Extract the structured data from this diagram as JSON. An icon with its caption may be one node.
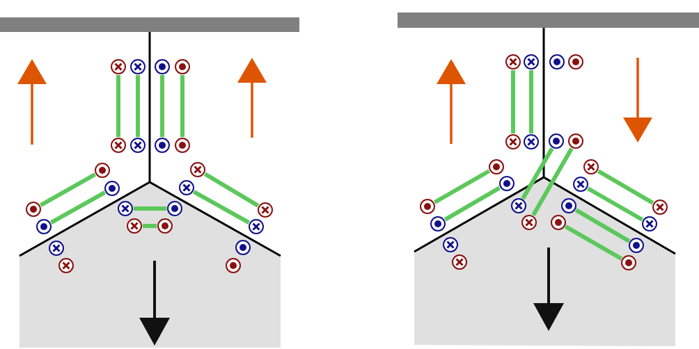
{
  "diagram": {
    "nodes": [
      {
        "text": [],
        "shape": "circle"
      },
      {
        "text": [],
        "shape": "circle"
      },
      {
        "text": [],
        "shape": "circle"
      },
      {
        "text": [],
        "shape": "circle"
      },
      {
        "text": [],
        "shape": "circle"
      },
      {
        "text": [],
        "shape": "circle"
      },
      {
        "text": [],
        "shape": "circle"
      },
      {
        "text": [],
        "shape": "circle"
      },
      {
        "text": [],
        "shape": "circle"
      },
      {
        "text": [],
        "shape": "circle"
      },
      {
        "text": [],
        "shape": "circle"
      },
      {
        "text": [],
        "shape": "circle"
      },
      {
        "text": [],
        "shape": "circle"
      },
      {
        "text": [],
        "shape": "circle"
      },
      {
        "text": [],
        "shape": "circle"
      },
      {
        "text": [],
        "shape": "circle"
      },
      {
        "text": [],
        "shape": "circle"
      },
      {
        "text": [],
        "shape": "circle"
      },
      {
        "text": [],
        "shape": "circle"
      },
      {
        "text": [],
        "shape": "circle"
      },
      {
        "text": [],
        "shape": "circle"
      },
      {
        "text": [],
        "shape": "circle"
      },
      {
        "text": [],
        "shape": "circle"
      },
      {
        "text": [],
        "shape": "circle"
      },
      {
        "text": [],
        "shape": "circle"
      },
      {
        "text": [],
        "shape": "circle"
      },
      {
        "text": [],
        "shape": "circle"
      },
      {
        "text": [],
        "shape": "circle"
      },
      {
        "text": [],
        "shape": "circle"
      },
      {
        "text": [],
        "shape": "circle"
      },
      {
        "text": [],
        "shape": "circle"
      },
      {
        "text": [],
        "shape": "circle"
      },
      {
        "text": [],
        "shape": "circle"
      },
      {
        "text": [],
        "shape": "circle"
      },
      {
        "text": [],
        "shape": "circle"
      },
      {
        "text": [],
        "shape": "circle"
      },
      {
        "text": [],
        "shape": "circle"
      },
      {
        "text": [],
        "shape": "circle"
      },
      {
        "text": [],
        "shape": "circle"
      },
      {
        "text": [],
        "shape": "circle"
      },
      {
        "text": [],
        "shape": "circle"
      },
      {
        "text": [],
        "shape": "circle"
      },
      {
        "text": [],
        "shape": "circle"
      },
      {
        "text": [],
        "shape": "circle"
      },
      {
        "text": [],
        "shape": "circle"
      },
      {
        "text": [],
        "shape": "circle"
      },
      {
        "text": [],
        "shape": "circle"
      },
      {
        "text": [],
        "shape": "circle"
      }
    ],
    "edges": [
      {
        "from": 0,
        "to": 4,
        "arrow": "none"
      },
      {
        "from": 1,
        "to": 5,
        "arrow": "none"
      },
      {
        "from": 2,
        "to": 6,
        "arrow": "none"
      },
      {
        "from": 3,
        "to": 7,
        "arrow": "none"
      },
      {
        "from": 8,
        "to": 10,
        "arrow": "none"
      },
      {
        "from": 9,
        "to": 11,
        "arrow": "none"
      },
      {
        "from": 12,
        "to": 13,
        "arrow": "none"
      },
      {
        "from": 14,
        "to": 15,
        "arrow": "none"
      },
      {
        "from": 16,
        "to": 18,
        "arrow": "none"
      },
      {
        "from": 17,
        "to": 19,
        "arrow": "none"
      },
      {
        "from": 24,
        "to": 28,
        "arrow": "none"
      },
      {
        "from": 25,
        "to": 29,
        "arrow": "none"
      },
      {
        "from": 32,
        "to": 34,
        "arrow": "none"
      },
      {
        "from": 33,
        "to": 35,
        "arrow": "none"
      },
      {
        "from": 30,
        "to": 36,
        "arrow": "none"
      },
      {
        "from": 31,
        "to": 37,
        "arrow": "none"
      },
      {
        "from": 38,
        "to": 40,
        "arrow": "none"
      },
      {
        "from": 39,
        "to": 41,
        "arrow": "none"
      },
      {
        "from": 42,
        "to": 44,
        "arrow": "none"
      },
      {
        "from": 43,
        "to": 45,
        "arrow": "none"
      }
    ]
  }
}
